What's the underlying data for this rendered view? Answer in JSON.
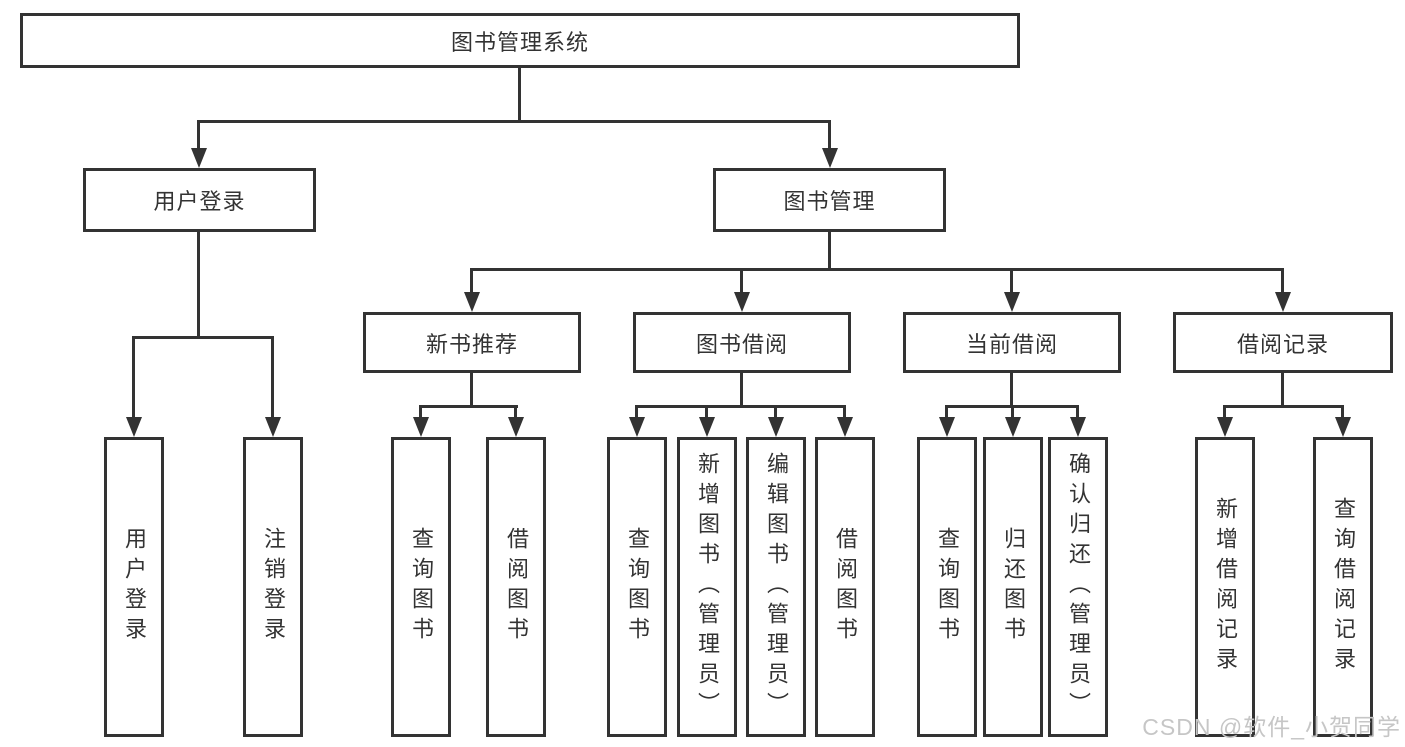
{
  "tree": {
    "label": "图书管理系统",
    "children": [
      {
        "label": "用户登录",
        "children": [
          {
            "label": "用户登录"
          },
          {
            "label": "注销登录"
          }
        ]
      },
      {
        "label": "图书管理",
        "children": [
          {
            "label": "新书推荐",
            "children": [
              {
                "label": "查询图书"
              },
              {
                "label": "借阅图书"
              }
            ]
          },
          {
            "label": "图书借阅",
            "children": [
              {
                "label": "查询图书"
              },
              {
                "label": "新增图书（管理员）"
              },
              {
                "label": "编辑图书（管理员）"
              },
              {
                "label": "借阅图书"
              }
            ]
          },
          {
            "label": "当前借阅",
            "children": [
              {
                "label": "查询图书"
              },
              {
                "label": "归还图书"
              },
              {
                "label": "确认归还（管理员）"
              }
            ]
          },
          {
            "label": "借阅记录",
            "children": [
              {
                "label": "新增借阅记录"
              },
              {
                "label": "查询借阅记录"
              }
            ]
          }
        ]
      }
    ]
  },
  "watermark": {
    "text": "CSDN @软件_小贺同学"
  },
  "colors": {
    "line": "#333333",
    "text": "#333333",
    "watermark": "#c6c6c6",
    "background": "#ffffff"
  }
}
